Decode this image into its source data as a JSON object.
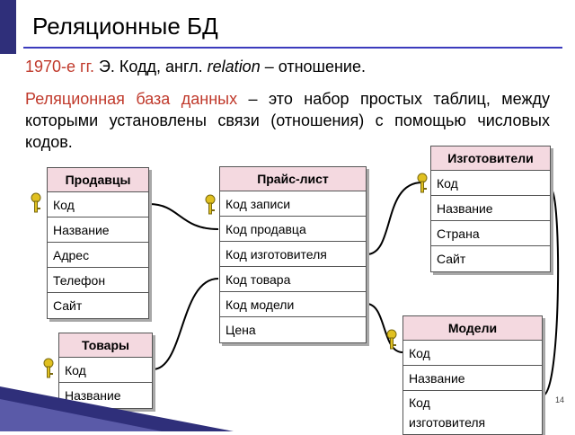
{
  "slide": {
    "title": "Реляционные БД",
    "line1": {
      "years": "1970-е гг.",
      "text_a": " Э. Кодд, англ. ",
      "term": "relation",
      "text_b": " – отношение."
    },
    "line2": {
      "term": "Реляционная база данных",
      "text": " – это набор простых таблиц, между которыми установлены связи (отношения) с помощью числовых кодов."
    },
    "page_number": "14"
  },
  "tables": {
    "sellers": {
      "title": "Продавцы",
      "rows": [
        "Код",
        "Название",
        "Адрес",
        "Телефон",
        "Сайт"
      ]
    },
    "prices": {
      "title": "Прайс-лист",
      "rows": [
        "Код записи",
        "Код продавца",
        "Код изготовителя",
        "Код товара",
        "Код модели",
        "Цена"
      ]
    },
    "makers": {
      "title": "Изготовители",
      "rows": [
        "Код",
        "Название",
        "Страна",
        "Сайт"
      ]
    },
    "goods": {
      "title": "Товары",
      "rows": [
        "Код",
        "Название"
      ]
    },
    "models": {
      "title": "Модели",
      "rows": [
        "Код",
        "Название",
        "Код изготовителя"
      ]
    }
  },
  "colors": {
    "header_fill": "#f4d9e0",
    "accent": "#c0392b",
    "key": "#e0c020",
    "rule": "#3b3bbd"
  }
}
